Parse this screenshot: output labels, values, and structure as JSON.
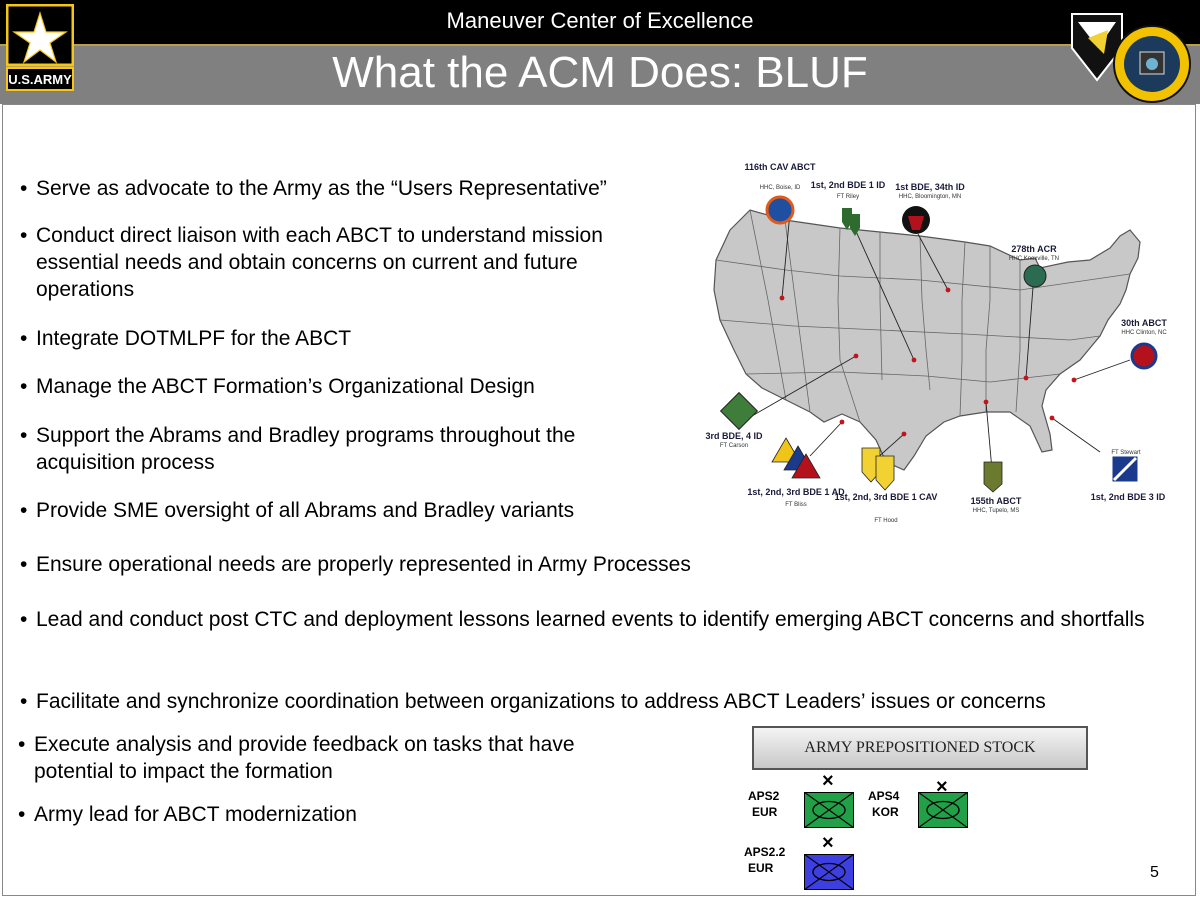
{
  "header": {
    "subtitle": "Maneuver Center of Excellence",
    "title": "What the ACM Does: BLUF",
    "army_logo_text": "U.S.ARMY"
  },
  "bullets": [
    {
      "text": "Serve as advocate to the Army as the “Users Representative”"
    },
    {
      "text": "Conduct direct liaison with each ABCT to understand mission essential needs and obtain concerns on current and future operations"
    },
    {
      "text": "Integrate DOTMLPF for the ABCT"
    },
    {
      "text": "Manage the ABCT Formation’s Organizational Design"
    },
    {
      "text": "Support the Abrams and Bradley programs throughout the acquisition process"
    },
    {
      "text": "Provide SME oversight of all Abrams and Bradley variants"
    },
    {
      "text": "Ensure operational needs are properly represented in Army Processes"
    },
    {
      "text": "Lead and conduct post CTC and deployment lessons learned events to identify emerging ABCT concerns and shortfalls"
    },
    {
      "text": "Facilitate and synchronize coordination between organizations to address ABCT Leaders’ issues or concerns"
    },
    {
      "text": "Execute analysis and provide feedback on tasks that have potential to impact the formation"
    },
    {
      "text": "Army lead for ABCT modernization"
    }
  ],
  "bullet_marker": "•",
  "map": {
    "units": [
      {
        "name": "116th CAV ABCT",
        "location": "HHC, Boise, ID",
        "color": "#1f4fa0"
      },
      {
        "name": "1st, 2nd BDE 1 ID",
        "location": "FT Riley",
        "color": "#2e6b2e"
      },
      {
        "name": "1st BDE, 34th ID",
        "location": "HHC, Bloomington, MN",
        "color": "#b3121d"
      },
      {
        "name": "278th ACR",
        "location": "HHC Knoxville, TN",
        "color": "#2a6b52"
      },
      {
        "name": "30th ABCT",
        "location": "HHC Clinton, NC",
        "color": "#1b3a8c"
      },
      {
        "name": "3rd BDE, 4 ID",
        "location": "FT Carson",
        "color": "#3f7d3a"
      },
      {
        "name": "1st, 2nd, 3rd BDE 1 AD",
        "location": "FT Bliss",
        "color": "#f0c419"
      },
      {
        "name": "1st, 2nd, 3rd BDE 1 CAV",
        "location": "FT Hood",
        "color": "#f2d233"
      },
      {
        "name": "155th ABCT",
        "location": "HHC, Tupelo, MS",
        "color": "#6b7a2f"
      },
      {
        "name": "1st, 2nd BDE 3 ID",
        "location": "FT Stewart",
        "color": "#1b3a8c"
      }
    ],
    "state_fill": "#c8c8c8",
    "state_stroke": "#555555",
    "marker_color": "#c0151b"
  },
  "aps": {
    "title": "ARMY PREPOSITIONED STOCK",
    "units": [
      {
        "label_line1": "APS2",
        "label_line2": "EUR",
        "color": "#21a047"
      },
      {
        "label_line1": "APS4",
        "label_line2": "KOR",
        "color": "#21a047"
      },
      {
        "label_line1": "APS2.2",
        "label_line2": "EUR",
        "color": "#3d3fe0"
      }
    ],
    "echelon_mark": "×"
  },
  "page_number": "5"
}
